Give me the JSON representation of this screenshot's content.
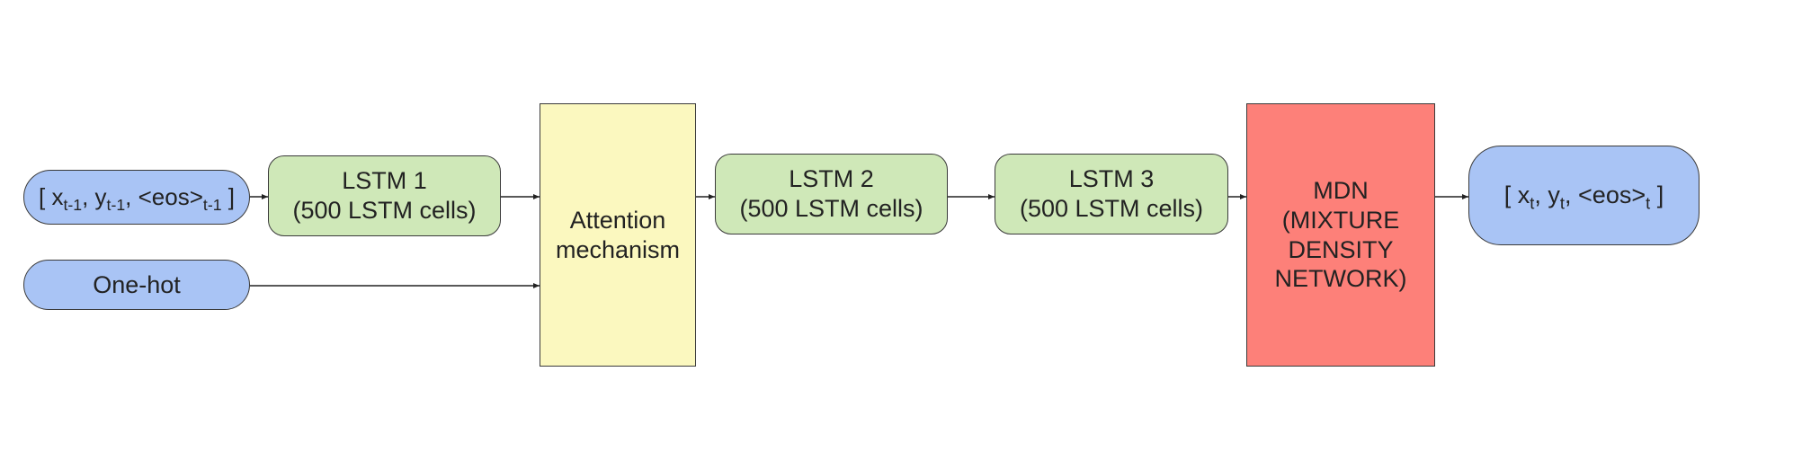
{
  "nodes": {
    "input_seq": {
      "open": "[ ",
      "x": "x",
      "x_sub": "t-1",
      "y": "y",
      "y_sub": "t-1",
      "eos": "<eos>",
      "eos_sub": "t-1",
      "close": " ]",
      "sep": ", "
    },
    "one_hot": {
      "label": "One-hot"
    },
    "lstm1": {
      "title": "LSTM 1",
      "detail": "(500 LSTM cells)"
    },
    "attention": {
      "line1": "Attention",
      "line2": "mechanism"
    },
    "lstm2": {
      "title": "LSTM 2",
      "detail": "(500 LSTM cells)"
    },
    "lstm3": {
      "title": "LSTM 3",
      "detail": "(500 LSTM cells)"
    },
    "mdn": {
      "line1": "MDN",
      "line2": "(MIXTURE",
      "line3": "DENSITY",
      "line4": "NETWORK)"
    },
    "output_seq": {
      "open": "[ ",
      "x": "x",
      "x_sub": "t",
      "y": "y",
      "y_sub": "t",
      "eos": "<eos>",
      "eos_sub": "t",
      "close": " ]",
      "sep": ", "
    }
  },
  "edges": [
    {
      "from": "input_seq",
      "to": "lstm1"
    },
    {
      "from": "lstm1",
      "to": "attention"
    },
    {
      "from": "one_hot",
      "to": "attention"
    },
    {
      "from": "attention",
      "to": "lstm2"
    },
    {
      "from": "lstm2",
      "to": "lstm3"
    },
    {
      "from": "lstm3",
      "to": "mdn"
    },
    {
      "from": "mdn",
      "to": "output_seq"
    }
  ],
  "colors": {
    "io": "#a9c4f5",
    "lstm": "#cfe8b8",
    "attention": "#fbf8bf",
    "mdn": "#fd8079",
    "stroke": "#3a3a3a"
  }
}
